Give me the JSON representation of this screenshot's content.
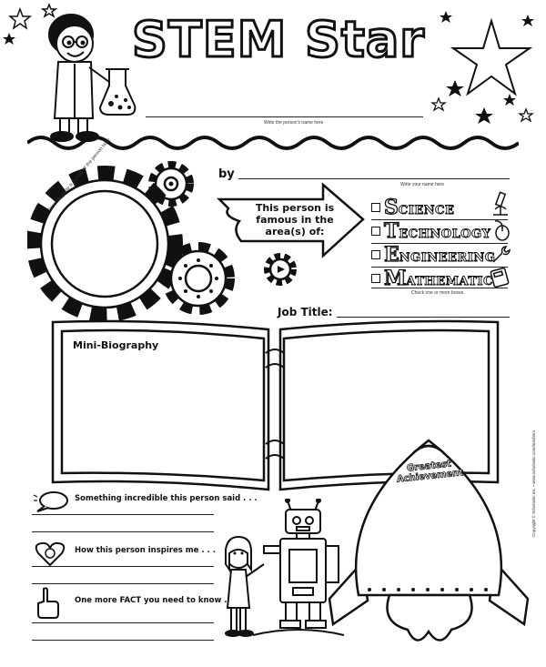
{
  "header": {
    "title": "STEM Star",
    "name_hint": "Write the person's name here"
  },
  "byline": {
    "label": "by",
    "hint": "Write your name here"
  },
  "portrait": {
    "hint": "Draw or paste a picture of the person here"
  },
  "arrow": {
    "line1": "This person is",
    "line2": "famous in the",
    "line3": "area(s) of:"
  },
  "areas": [
    {
      "initial": "S",
      "rest": "CIENCE",
      "icon": "microscope-icon"
    },
    {
      "initial": "T",
      "rest": "ECHNOLOGY",
      "icon": "computer-mouse-icon"
    },
    {
      "initial": "E",
      "rest": "NGINEERING",
      "icon": "wrench-icon"
    },
    {
      "initial": "M",
      "rest": "ATHEMATICS",
      "icon": "calculator-icon"
    }
  ],
  "areas_hint": "Check one or more boxes.",
  "job": {
    "label": "Job Title:"
  },
  "book": {
    "label": "Mini-Biography"
  },
  "rocket": {
    "line1": "Greatest",
    "line2": "Achievement"
  },
  "prompts": {
    "said": "Something incredible this person said . . .",
    "inspires": "How this person inspires me . . .",
    "fact": "One more FACT you need to know . . ."
  },
  "copyright": "Copyright © Scholastic Inc. • www.scholastic.com/teachers"
}
